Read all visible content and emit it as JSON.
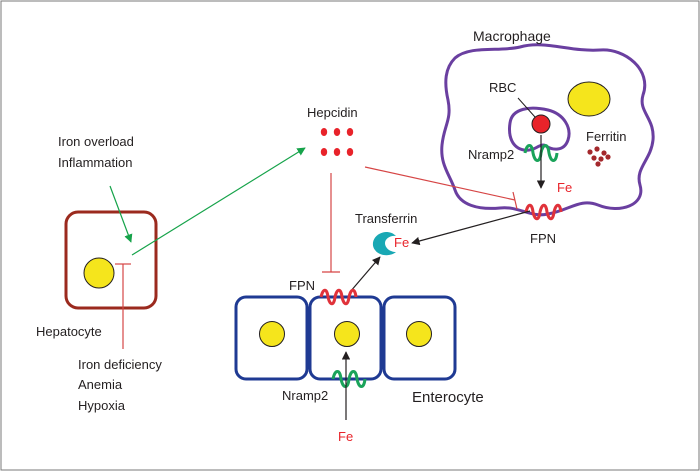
{
  "labels": {
    "macrophage": "Macrophage",
    "hepcidin": "Hepcidin",
    "rbc": "RBC",
    "ferritin": "Ferritin",
    "nramp2_macrophage": "Nramp2",
    "fe_macrophage": "Fe",
    "fpn_macrophage": "FPN",
    "transferrin": "Transferrin",
    "fe_transferrin": "Fe",
    "iron_overload": "Iron overload",
    "inflammation": "Inflammation",
    "hepatocyte": "Hepatocyte",
    "iron_deficiency": "Iron deficiency",
    "anemia": "Anemia",
    "hypoxia": "Hypoxia",
    "fpn_enterocyte": "FPN",
    "nramp2_enterocyte": "Nramp2",
    "enterocyte": "Enterocyte",
    "fe_gut": "Fe"
  },
  "colors": {
    "hepatocyte_border": "#9b2a1e",
    "enterocyte_border": "#1f3a93",
    "macrophage_border": "#6a3fa0",
    "nucleus_fill": "#f5e51c",
    "hepcidin_red": "#e8232a",
    "fe_red": "#e8232a",
    "inhibit_line": "#d64545",
    "activate_green": "#16a34a",
    "nramp_green": "#1aa35a",
    "fpn_red": "#e0323a",
    "transferrin_teal": "#19a8b4",
    "ferritin_dots": "#a4282c",
    "arrow_black": "#231f20"
  }
}
